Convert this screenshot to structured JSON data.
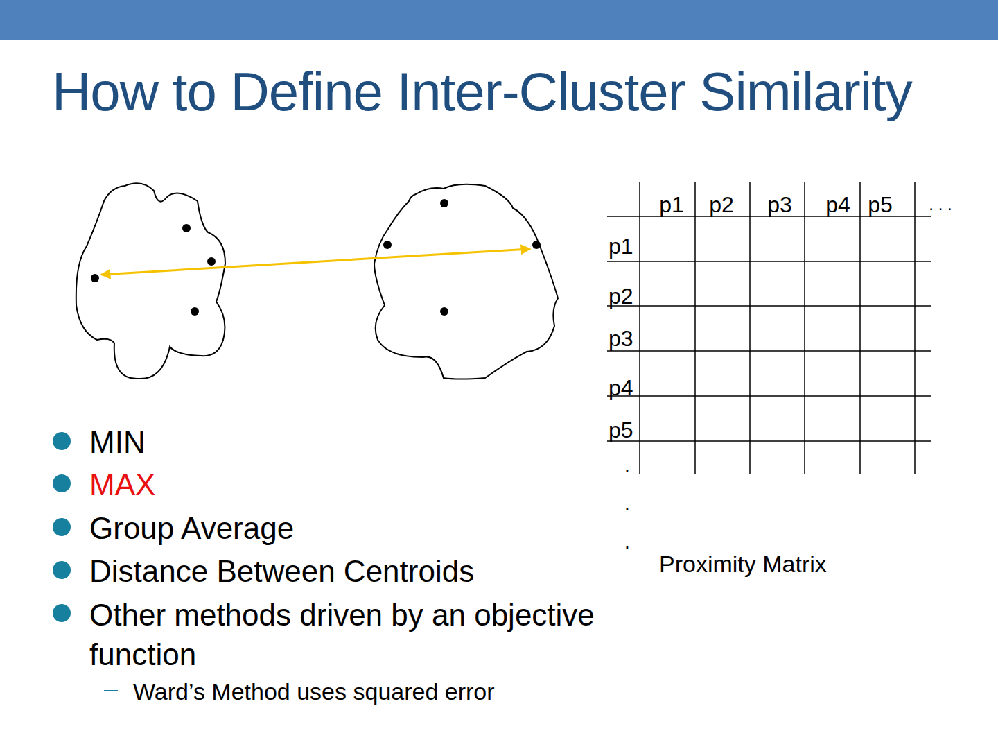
{
  "diagram": {
    "title": "How to Define Inter-Cluster Similarity",
    "labels": [
      "p1",
      "p2",
      "p3",
      "p4",
      "p5",
      ". . .",
      "p1",
      "p2",
      "p3",
      "p4",
      "p5",
      ".",
      ".",
      ".",
      "Proximity Matrix",
      "MIN",
      "MAX",
      "Group Average",
      "Distance Between Centroids",
      "Other methods driven by an objective function",
      "Ward’s Method uses squared error"
    ]
  }
}
